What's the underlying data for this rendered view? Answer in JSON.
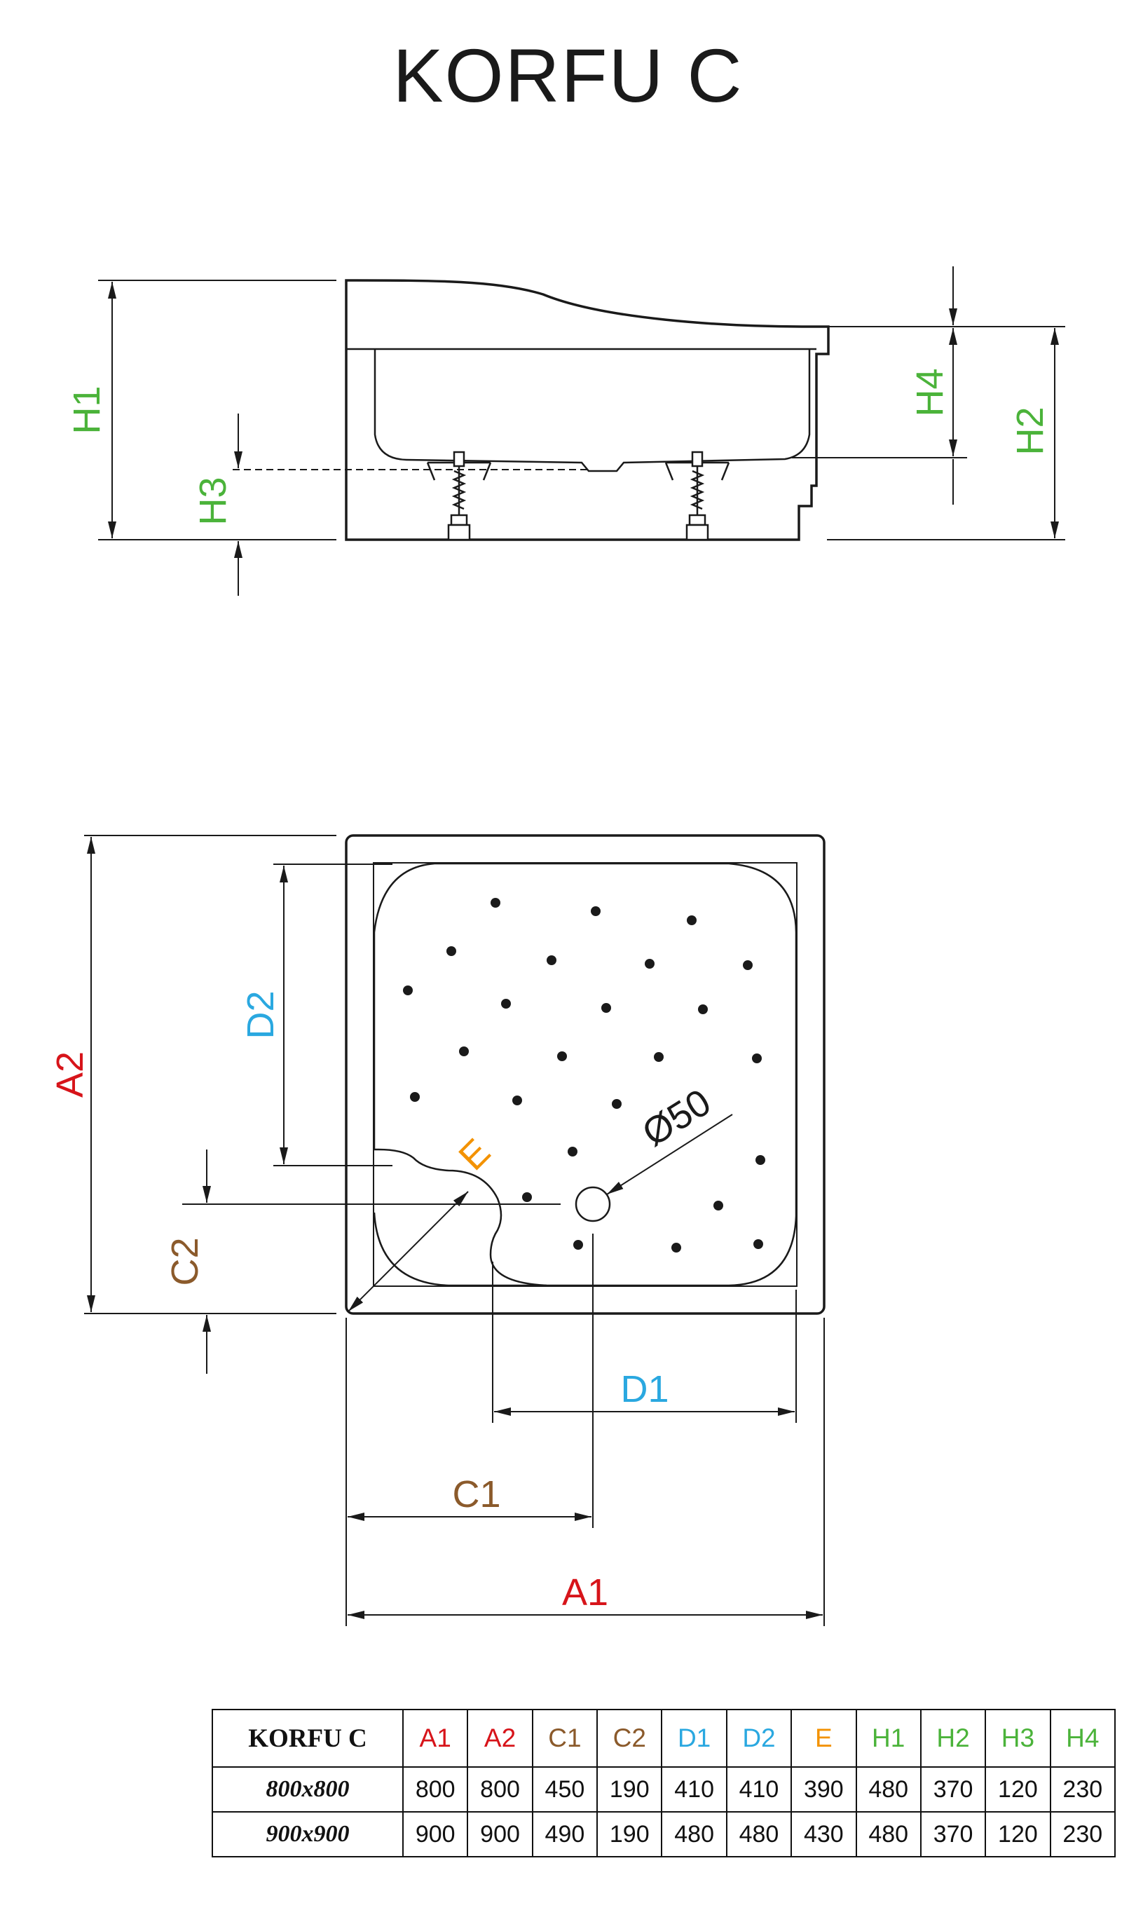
{
  "title": "KORFU C",
  "colors": {
    "line": "#1a1a1a",
    "A": "#d7141a",
    "C": "#8b5a2b",
    "D": "#2aa8e0",
    "E": "#f39200",
    "H": "#4bb33a"
  },
  "labels": {
    "H1": "H1",
    "H2": "H2",
    "H3": "H3",
    "H4": "H4",
    "A1": "A1",
    "A2": "A2",
    "C1": "C1",
    "C2": "C2",
    "D1": "D1",
    "D2": "D2",
    "E": "E",
    "drain": "Ø50"
  },
  "table": {
    "title": "KORFU C",
    "headers": [
      "A1",
      "A2",
      "C1",
      "C2",
      "D1",
      "D2",
      "E",
      "H1",
      "H2",
      "H3",
      "H4"
    ],
    "header_colors": [
      "A",
      "A",
      "C",
      "C",
      "D",
      "D",
      "E",
      "H",
      "H",
      "H",
      "H"
    ],
    "rows": [
      {
        "model": "800x800",
        "values": [
          "800",
          "800",
          "450",
          "190",
          "410",
          "410",
          "390",
          "480",
          "370",
          "120",
          "230"
        ]
      },
      {
        "model": "900x900",
        "values": [
          "900",
          "900",
          "490",
          "190",
          "480",
          "480",
          "430",
          "480",
          "370",
          "120",
          "230"
        ]
      }
    ]
  }
}
